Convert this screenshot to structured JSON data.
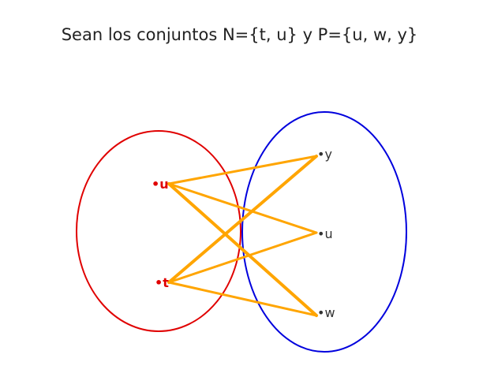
{
  "title": "Sean los conjuntos N={t, u} y P={u, w, y}",
  "colors": {
    "left_set": "#e00000",
    "right_set": "#0000dd",
    "edges": "#ffa500",
    "right_labels": "#333333",
    "title": "#222222"
  },
  "left_set": {
    "elements": [
      {
        "id": "u",
        "label": "•u"
      },
      {
        "id": "t",
        "label": "•t"
      }
    ]
  },
  "right_set": {
    "elements": [
      {
        "id": "y",
        "label": "•y"
      },
      {
        "id": "u2",
        "label": "•u"
      },
      {
        "id": "w",
        "label": "•w"
      }
    ]
  },
  "relation": [
    {
      "from": "u",
      "to": "y"
    },
    {
      "from": "u",
      "to": "u2"
    },
    {
      "from": "u",
      "to": "w"
    },
    {
      "from": "t",
      "to": "y"
    },
    {
      "from": "t",
      "to": "u2"
    },
    {
      "from": "t",
      "to": "w"
    }
  ]
}
